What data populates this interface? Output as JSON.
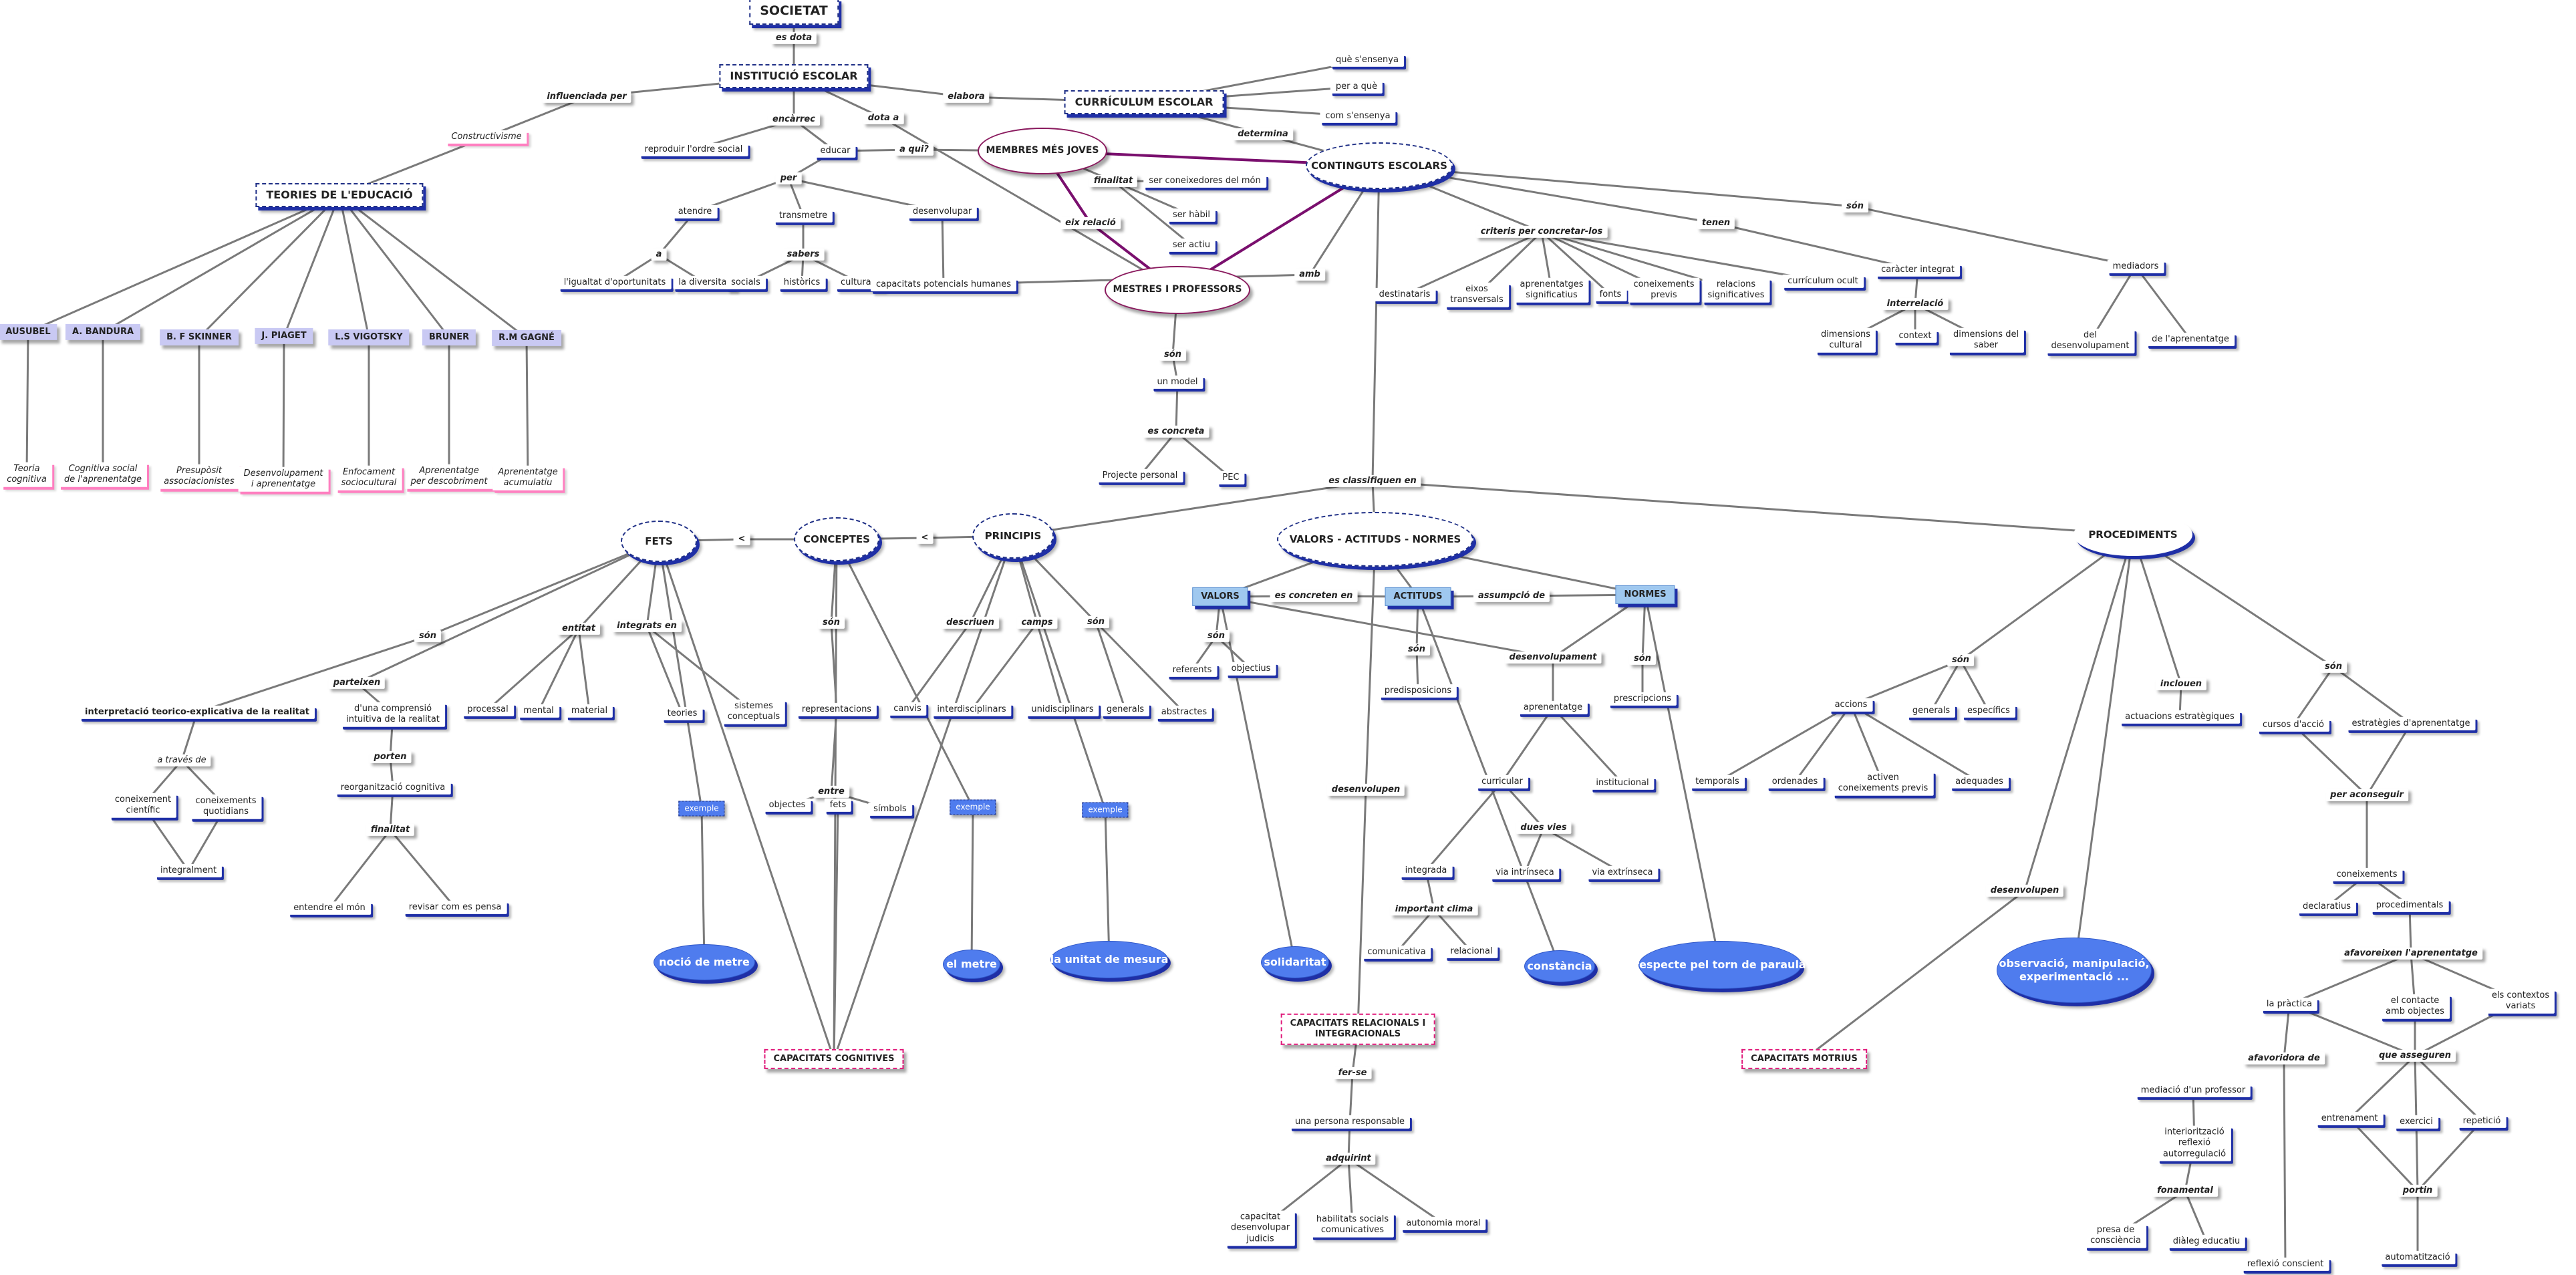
{
  "root": "SOCIETAT",
  "main_nodes": {
    "institucio": "INSTITUCIÓ ESCOLAR",
    "curriculum": "CURRÍCULUM ESCOLAR",
    "teories": "TEORIES DE L'EDUCACIÓ",
    "continguts": "CONTINGUTS ESCOLARS",
    "fets": "FETS",
    "conceptes": "CONCEPTES",
    "principis": "PRINCIPIS",
    "valors_actituds": "VALORS - ACTITUDS - NORMES",
    "procediments": "PROCEDIMENTS",
    "membres": "MEMBRES MÉS JOVES",
    "mestres": "MESTRES I PROFESSORS"
  },
  "links": {
    "es_dota": "es dota",
    "influenciada_per": "influenciada per",
    "elabora": "elabora",
    "encarrec": "encàrrec",
    "dota_a": "dota a",
    "a_qui": "a qui?",
    "determina": "determina",
    "finalitat": "finalitat",
    "eix_relacio": "eix relació",
    "per": "per",
    "a": "a",
    "sabers": "sabers",
    "amb": "amb",
    "son": "són",
    "es_concreta": "es concreta",
    "es_classifiquen_en": "es classifiquen en",
    "criteris": "criteris per concretar-los",
    "tenen": "tenen",
    "interrelacio": "interrelació",
    "lt": "<",
    "entitat": "entitat",
    "integrats_en": "integrats en",
    "parteixen": "parteixen",
    "a_traves_de": "a través de",
    "porten": "porten",
    "entre": "entre",
    "descriuen": "descriuen",
    "camps": "camps",
    "es_concreten_en": "es concreten en",
    "assumpcio_de": "assumpció de",
    "desenvolupament": "desenvolupament",
    "desenvolupen": "desenvolupen",
    "dues_vies": "dues vies",
    "important_clima": "important clima",
    "fer_se": "fer-se",
    "adquirint": "adquirint",
    "inclouen": "inclouen",
    "per_aconseguir": "per aconseguir",
    "afavoreixen": "afavoreixen l'aprenentatge",
    "afavoridora_de": "afavoridora de",
    "que_asseguren": "que asseguren",
    "fonamental": "fonamental",
    "portin": "portin"
  },
  "labels": {
    "constructivisme": "Constructivisme",
    "reproduir": "reproduir l'ordre social",
    "educar": "educar",
    "atendre": "atendre",
    "igualtat": "l'igualtat d'oportunitats",
    "diversitat": "la diversitat",
    "transmetre": "transmetre",
    "socials": "socials",
    "historics": "històrics",
    "culturals": "culturals",
    "desenvolupar": "desenvolupar",
    "capacitats_potencials": "capacitats potencials humanes",
    "que_ensenya": "què s'ensenya",
    "per_a_que": "per a què",
    "com_ensenya": "com s'ensenya",
    "ser_coneixedores": "ser coneixedores del món",
    "ser_habil": "ser hàbil",
    "ser_actiu": "ser actiu",
    "un_model": "un model",
    "projecte_personal": "Projecte personal",
    "pec": "PEC",
    "destinataris": "destinataris",
    "eixos": "eixos\ntransversals",
    "aprenentatges_sig": "aprenentatges\nsignificatius",
    "fonts": "fonts",
    "coneixements_previs": "coneixements\nprevis",
    "relacions_sig": "relacions\nsignificatives",
    "curriculum_ocult": "currículum ocult",
    "caracter_integrat": "caràcter integrat",
    "dimensions_cultural": "dimensions\ncultural",
    "context": "context",
    "dimensions_saber": "dimensions del\nsaber",
    "mediadors": "mediadors",
    "del_desenvolupament": "del\ndesenvolupament",
    "de_aprenentatge": "de l'aprenentatge",
    "interpretacio": "interpretació teorico-explicativa de la realitat",
    "coneixement_cientific": "coneixement\ncientífic",
    "coneixements_quotidians": "coneixements\nquotidians",
    "integralment": "integralment",
    "comprensio": "d'una comprensió\nintuitiva de la realitat",
    "reorganitzacio": "reorganització cognitiva",
    "entendre": "entendre el món",
    "revisar": "revisar com es pensa",
    "processal": "processal",
    "mental": "mental",
    "material": "material",
    "teories": "teories",
    "sistemes": "sistemes\nconceptuals",
    "representacions": "representacions",
    "objectes": "objectes",
    "fets_l": "fets",
    "simbols": "símbols",
    "canvis": "canvis",
    "interdisciplinars": "interdisciplinars",
    "unidisciplinars": "unidisciplinars",
    "generals": "generals",
    "abstractes": "abstractes",
    "exemple": "exemple",
    "referents": "referents",
    "objectius": "objectius",
    "predisposicions": "predisposicions",
    "aprenentatge": "aprenentatge",
    "prescripcions": "prescripcions",
    "curricular": "curricular",
    "institucional": "institucional",
    "integrada": "integrada",
    "via_intrinseca": "via intrínseca",
    "via_extrinseca": "via extrínseca",
    "comunicativa": "comunicativa",
    "relacional": "relacional",
    "persona_responsable": "una persona responsable",
    "capacitat_desenvolupar": "capacitat\ndesenvolupar\njudicis",
    "habilitats_socials": "habilitats socials\ncomunicatives",
    "autonomia_moral": "autonomia moral",
    "accions": "accions",
    "generals_p": "generals",
    "especifics": "específics",
    "temporals": "temporals",
    "ordenades": "ordenades",
    "activen": "activen\nconeixements previs",
    "adequades": "adequades",
    "actuacions": "actuacions estratègiques",
    "cursos": "cursos d'acció",
    "estrategies": "estratègies d'aprenentatge",
    "coneixements": "coneixements",
    "declaratius": "declaratius",
    "procedimentals": "procedimentals",
    "la_practica": "la pràctica",
    "el_contacte": "el contacte\namb objectes",
    "els_contextos": "els contextos\nvariats",
    "entrenament": "entrenament",
    "exercici": "exercici",
    "repeticio": "repetició",
    "automatitzacio": "automatització",
    "mediacio": "mediació d'un professor",
    "interioritzacio": "interiorització\nreflexió\nautorregulació",
    "presa": "presa de\nconsciència",
    "dialeg": "diàleg educatiu",
    "reflexio": "reflexió conscient"
  },
  "theorists": [
    {
      "name": "AUSUBEL",
      "theory": "Teoria\ncognitiva"
    },
    {
      "name": "A. BANDURA",
      "theory": "Cognitiva social\nde l'aprenentatge"
    },
    {
      "name": "B. F SKINNER",
      "theory": "Presupòsit\nassociacionistes"
    },
    {
      "name": "J. PIAGET",
      "theory": "Desenvolupament\ni aprenentatge"
    },
    {
      "name": "L.S VIGOTSKY",
      "theory": "Enfocament\nsociocultural"
    },
    {
      "name": "BRUNER",
      "theory": "Aprenentatge\nper descobriment"
    },
    {
      "name": "R.M GAGNÉ",
      "theory": "Aprenentatge\nacumulatiu"
    }
  ],
  "highlights": {
    "nocio": "noció de metre",
    "metre": "el metre",
    "unitat": "la unitat de mesura",
    "solidaritat": "solidaritat",
    "constancia": "constància",
    "respecte": "respecte pel torn de paraula",
    "observacio": "observació, manipulació,\nexperimentació ...",
    "valors": "VALORS",
    "actituds": "ACTITUDS",
    "normes": "NORMES"
  },
  "capacitats": {
    "cognitives": "CAPACITATS COGNITIVES",
    "relacionals": "CAPACITATS RELACIONALS I\nINTEGRACIONALS",
    "motrius": "CAPACITATS MOTRIUS"
  },
  "colors": {
    "accent_blue": "#4f7cee",
    "shadow_blue": "#1f2fa6",
    "purple_link": "#7a0f6e",
    "pink_shadow": "#ff7fc0",
    "theorist_bg": "#c9c9f3",
    "light_blue": "#9fc8ef",
    "edge_gray": "#7a7a7a"
  }
}
